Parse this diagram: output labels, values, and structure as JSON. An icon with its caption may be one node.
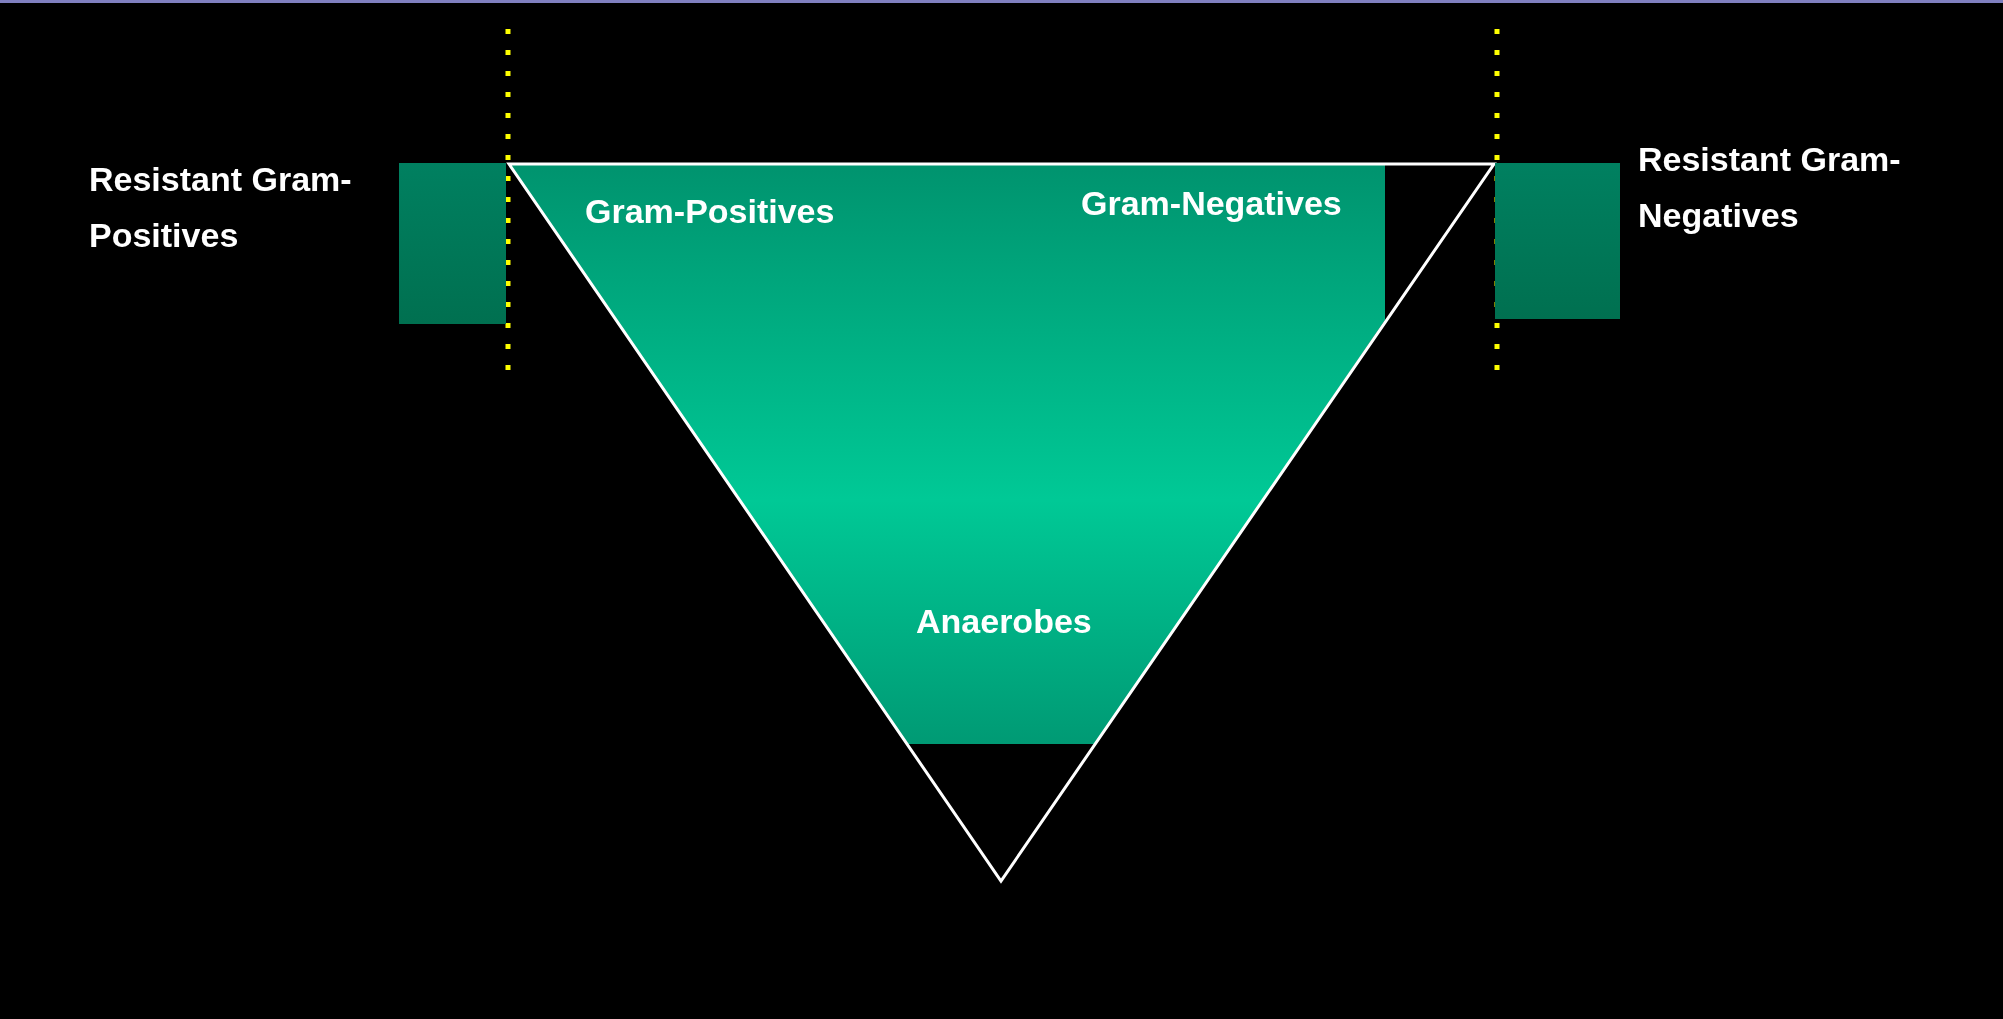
{
  "diagram": {
    "nodes": [
      {
        "text": [
          "Resistant Gram-Positives"
        ]
      },
      {
        "text": [
          "Gram-Positives",
          "Gram-Negatives",
          "Anaerobes"
        ]
      },
      {
        "text": [
          "Resistant Gram-Negatives"
        ]
      }
    ]
  }
}
